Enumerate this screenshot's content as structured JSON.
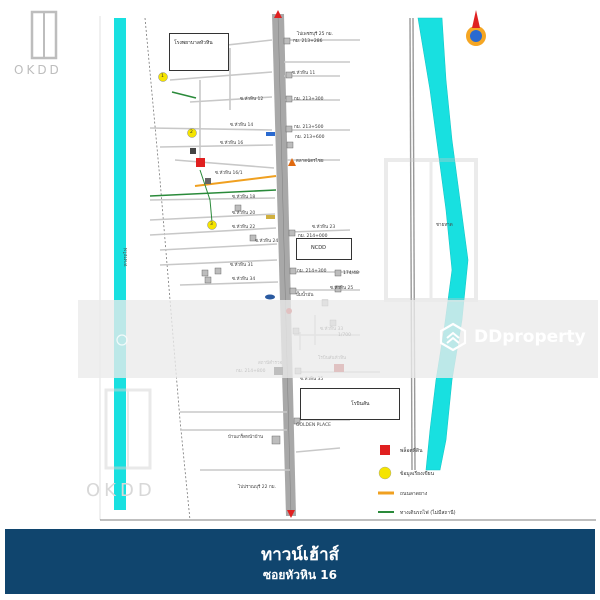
{
  "brand": {
    "okdd": "OKDD",
    "ddproperty": "DDproperty"
  },
  "footer": {
    "title": "ทาวน์เฮ้าส์",
    "subtitle": "ซอยหัวหิน 16"
  },
  "map": {
    "landmarks": {
      "school_top": "โรงพยาบาลหัวหิน",
      "robinson": "โรบินสัน",
      "robinson_lower": "โรบินสันหัวหิน",
      "golden_place": "GOLDEN PLACE",
      "market": "ตลาดฉัตรไชย",
      "police": "สถานีตำรวจ",
      "gas_station": "ปั๊มน้ำมัน",
      "home_pro": "บ้านเกร็ดหน้าบ้าน",
      "ncc": "NCDD"
    },
    "km_markers": [
      "กม. 213+286",
      "กม. 213+300",
      "กม. 213+500",
      "กม. 213+600",
      "กม. 214+000",
      "กม. 214+300",
      "กม. 214+800",
      "174/48",
      "1/700"
    ],
    "soi_labels": [
      "ซ.หัวหิน 11",
      "ซ.หัวหิน 12",
      "ซ.หัวหิน 14",
      "ซ.หัวหิน 16",
      "ซ.หัวหิน 16/1",
      "ซ.หัวหิน 18",
      "ซ.หัวหิน 20",
      "ซ.หัวหิน 22",
      "ซ.หัวหิน 24",
      "ซ.หัวหิน 23",
      "ซ.หัวหิน 25",
      "ซ.หัวหิน 31",
      "ซ.หัวหิน 33",
      "ซ.หัวหิน 34",
      "ซ.หัวหิน 35"
    ],
    "road_labels": {
      "top_right": "ไปเพชรบุรี 25 กม.",
      "bottom": "ไปปราณบุรี 22 กม.",
      "beach": "ชายหาด",
      "railway": "ทางรถไฟ"
    },
    "points": [
      "1",
      "2",
      "3"
    ]
  },
  "legend": [
    {
      "label": "พล็อตที่ดิน",
      "color": "#e02020"
    },
    {
      "label": "ข้อมูลเรียงเขียน",
      "color": "#f5e400"
    },
    {
      "label": "ถนนลาดยาง",
      "color": "#f0a020"
    },
    {
      "label": "ทางเดินรถไฟ (ไม่มีสถานี)",
      "color": "#2a8a3a"
    }
  ],
  "colors": {
    "sea": "#18e0e0",
    "road": "#c8c8c8",
    "highway": "#9a9a9a",
    "footer": "#10456e"
  }
}
